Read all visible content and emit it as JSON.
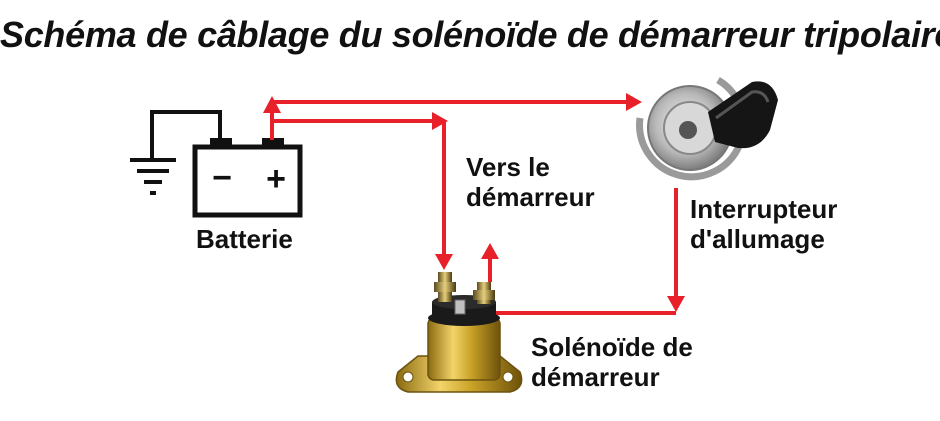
{
  "title": "Schéma de câblage du solénoïde de démarreur tripolaire",
  "labels": {
    "battery": "Batterie",
    "to_starter_line1": "Vers le",
    "to_starter_line2": "démarreur",
    "ignition_line1": "Interrupteur",
    "ignition_line2": "d'allumage",
    "solenoid_line1": "Solénoïde de",
    "solenoid_line2": "démarreur"
  },
  "battery_symbols": {
    "negative": "−",
    "positive": "+"
  },
  "colors": {
    "wire": "#e8202a",
    "text": "#111111",
    "brass": "#c9a227",
    "background": "#ffffff"
  },
  "icons": {
    "battery": "battery-icon",
    "ground": "ground-icon",
    "ignition": "ignition-switch-icon",
    "solenoid": "solenoid-icon"
  }
}
